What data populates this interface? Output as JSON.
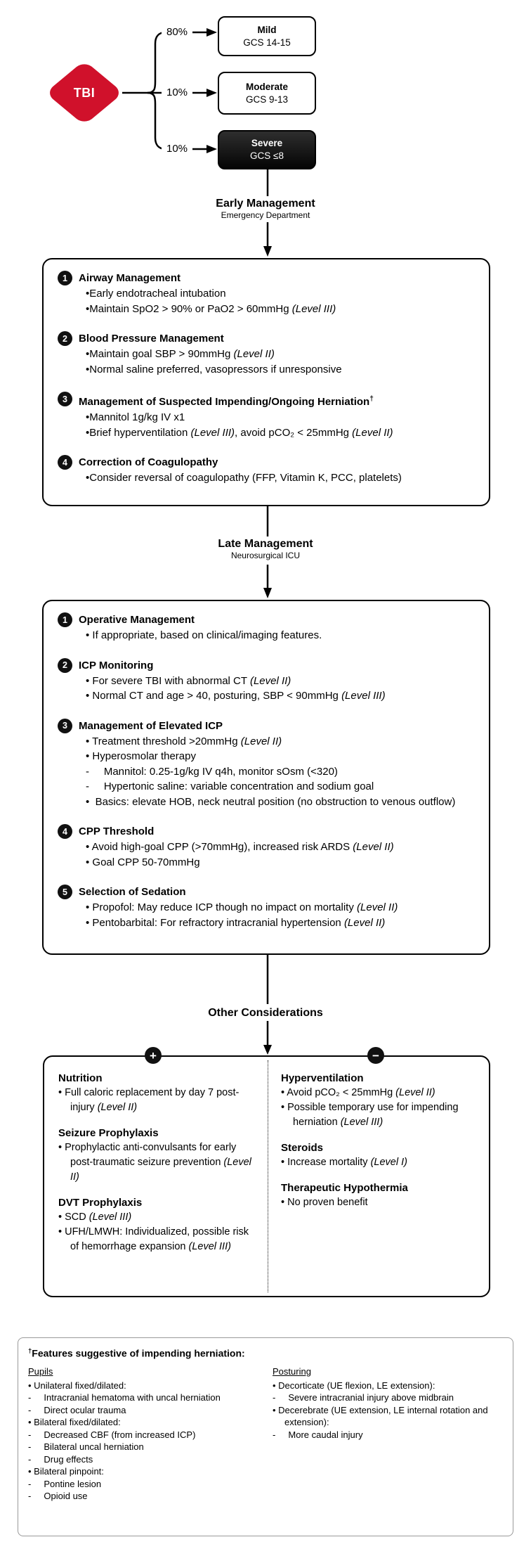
{
  "colors": {
    "tbi_red": "#d0112b",
    "severe_black": "#1a1a1a"
  },
  "triage": {
    "root": "TBI",
    "branches": [
      {
        "percent": "80%",
        "label": "Mild",
        "sub": "GCS 14-15"
      },
      {
        "percent": "10%",
        "label": "Moderate",
        "sub": "GCS 9-13"
      },
      {
        "percent": "10%",
        "label": "Severe",
        "sub": "GCS ≤8"
      }
    ]
  },
  "stage1": {
    "title": "Early Management",
    "subtitle": "Emergency Department"
  },
  "early_box": {
    "items": [
      {
        "num": "1",
        "title": "Airway Management",
        "lines": [
          "•Early endotracheal intubation",
          "•Maintain SpO2 > 90% or PaO2 > 60mmHg (Level III)"
        ]
      },
      {
        "num": "2",
        "title": "Blood Pressure Management",
        "lines": [
          "•Maintain goal SBP > 90mmHg (Level II)",
          "•Normal saline preferred, vasopressors if unresponsive"
        ]
      },
      {
        "num": "3",
        "title": "Management of Suspected Impending/Ongoing Herniation†",
        "lines": [
          "•Mannitol 1g/kg IV x1",
          "•Brief hyperventilation (Level III), avoid pCO₂ < 25mmHg (Level II)"
        ]
      },
      {
        "num": "4",
        "title": "Correction of Coagulopathy",
        "lines": [
          "•Consider reversal of coagulopathy (FFP, Vitamin K, PCC, platelets)"
        ]
      }
    ]
  },
  "stage2": {
    "title": "Late Management",
    "subtitle": "Neurosurgical ICU"
  },
  "late_box": {
    "items": [
      {
        "num": "1",
        "title": "Operative Management",
        "lines": [
          "• If appropriate, based on clinical/imaging features."
        ]
      },
      {
        "num": "2",
        "title": "ICP Monitoring",
        "lines": [
          "• For severe TBI with abnormal CT (Level II)",
          "• Normal CT and age > 40, posturing, SBP < 90mmHg (Level III)"
        ]
      },
      {
        "num": "3",
        "title": "Management of Elevated ICP",
        "lines": [
          "• Treatment threshold >20mmHg (Level II)",
          "• Hyperosmolar therapy",
          "-     Mannitol: 0.25-1g/kg IV q4h, monitor sOsm (<320)",
          "-     Hypertonic saline: variable concentration and sodium goal",
          "•  Basics: elevate HOB, neck neutral position (no obstruction to venous outflow)"
        ]
      },
      {
        "num": "4",
        "title": "CPP Threshold",
        "lines": [
          "• Avoid high-goal CPP (>70mmHg), increased risk ARDS (Level II)",
          "• Goal CPP 50-70mmHg"
        ]
      },
      {
        "num": "5",
        "title": "Selection of Sedation",
        "lines": [
          "• Propofol: May reduce ICP though no impact on mortality (Level II)",
          "• Pentobarbital: For refractory intracranial hypertension (Level II)"
        ]
      }
    ]
  },
  "other": {
    "title": "Other Considerations",
    "positive_icon": "+",
    "negative_icon": "−",
    "positive": {
      "sections": [
        {
          "heading": "Nutrition",
          "lines": [
            "• Full caloric replacement by day 7 post-injury (Level II)"
          ]
        },
        {
          "heading": "Seizure Prophylaxis",
          "lines": [
            "• Prophylactic anti-convulsants for early post-traumatic seizure prevention (Level II)"
          ]
        },
        {
          "heading": "DVT Prophylaxis",
          "lines": [
            "• SCD (Level III)",
            "• UFH/LMWH: Individualized, possible risk of hemorrhage expansion (Level III)"
          ]
        }
      ]
    },
    "negative": {
      "sections": [
        {
          "heading": "Hyperventilation",
          "lines": [
            "• Avoid pCO₂ < 25mmHg (Level II)",
            "• Possible temporary use for impending herniation (Level III)"
          ]
        },
        {
          "heading": "Steroids",
          "lines": [
            "• Increase mortality (Level I)"
          ]
        },
        {
          "heading": "Therapeutic Hypothermia",
          "lines": [
            "• No proven benefit"
          ]
        }
      ]
    }
  },
  "footnote": {
    "title": "†Features suggestive of impending herniation:",
    "left": {
      "heading": "Pupils",
      "lines": [
        "• Unilateral fixed/dilated:",
        "-     Intracranial hematoma with uncal herniation",
        "-     Direct ocular trauma",
        "• Bilateral fixed/dilated:",
        "-     Decreased CBF (from increased ICP)",
        "-     Bilateral uncal herniation",
        "-     Drug effects",
        "• Bilateral pinpoint:",
        "-     Pontine lesion",
        "-     Opioid use"
      ]
    },
    "right": {
      "heading": "Posturing",
      "lines": [
        "• Decorticate (UE flexion, LE extension):",
        "-     Severe intracranial injury above midbrain",
        "• Decerebrate (UE extension, LE internal rotation and extension):",
        "-     More caudal injury"
      ]
    }
  }
}
